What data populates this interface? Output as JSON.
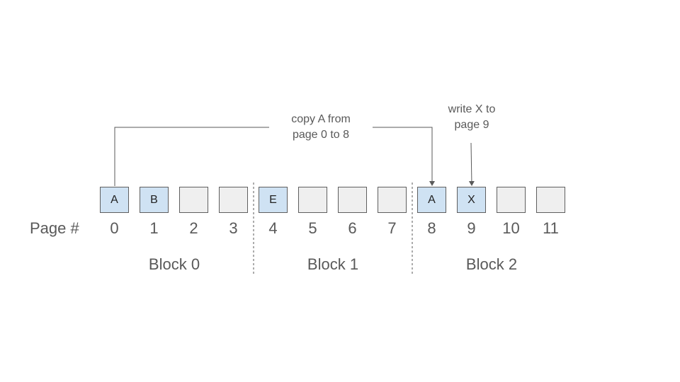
{
  "diagram": {
    "row_label": "Page #",
    "colors": {
      "filled": "#cfe2f3",
      "empty": "#efefef",
      "border": "#5f5f5f",
      "text": "#595959"
    },
    "pages": [
      {
        "number": "0",
        "content": "A"
      },
      {
        "number": "1",
        "content": "B"
      },
      {
        "number": "2",
        "content": ""
      },
      {
        "number": "3",
        "content": ""
      },
      {
        "number": "4",
        "content": "E"
      },
      {
        "number": "5",
        "content": ""
      },
      {
        "number": "6",
        "content": ""
      },
      {
        "number": "7",
        "content": ""
      },
      {
        "number": "8",
        "content": "A"
      },
      {
        "number": "9",
        "content": "X"
      },
      {
        "number": "10",
        "content": ""
      },
      {
        "number": "11",
        "content": ""
      }
    ],
    "blocks": [
      {
        "label": "Block 0"
      },
      {
        "label": "Block 1"
      },
      {
        "label": "Block 2"
      }
    ],
    "annotations": [
      {
        "text": "copy A from\npage 0 to 8"
      },
      {
        "text": "write X to\npage 9"
      }
    ]
  }
}
